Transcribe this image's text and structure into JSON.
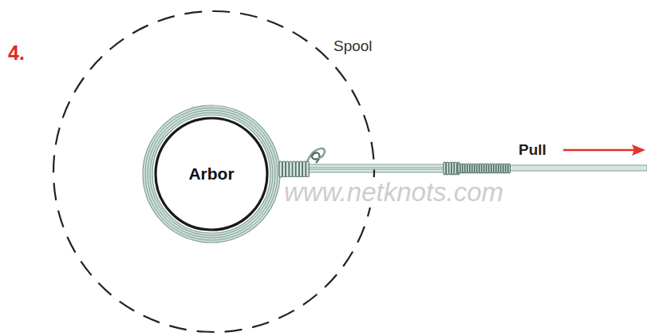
{
  "diagram": {
    "nodes": [
      {
        "text": [
          "Spool"
        ]
      },
      {
        "text": [
          "Arbor"
        ],
        "in": 0
      }
    ],
    "labels": [
      "4.",
      "Pull",
      "www.netknots.com"
    ]
  }
}
